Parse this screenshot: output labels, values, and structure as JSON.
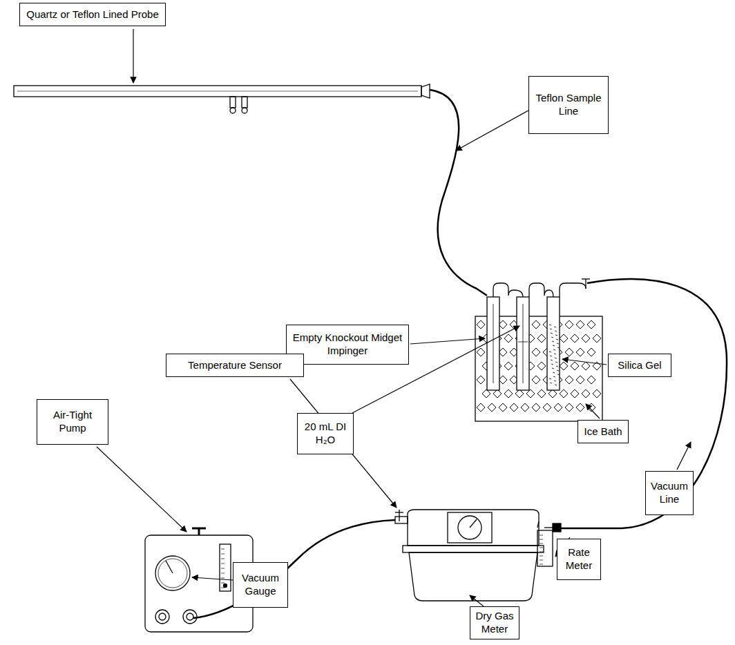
{
  "diagram": {
    "nodes": [
      {
        "text": [
          "Quartz or Teflon Lined Probe"
        ]
      },
      {
        "text": [
          "Teflon Sample Line"
        ]
      },
      {
        "text": [
          "Empty Knockout Midget Impinger"
        ]
      },
      {
        "text": [
          "Silica Gel"
        ]
      },
      {
        "text": [
          "20 mL DI H₂O"
        ]
      },
      {
        "text": [
          "Ice Bath"
        ]
      },
      {
        "text": [
          "Temperature Sensor"
        ]
      },
      {
        "text": [
          "Air-Tight Pump"
        ]
      },
      {
        "text": [
          "Vacuum Line"
        ]
      },
      {
        "text": [
          "Rate Meter"
        ]
      },
      {
        "text": [
          "Vacuum Gauge"
        ]
      },
      {
        "text": [
          "Dry Gas Meter"
        ]
      }
    ]
  }
}
